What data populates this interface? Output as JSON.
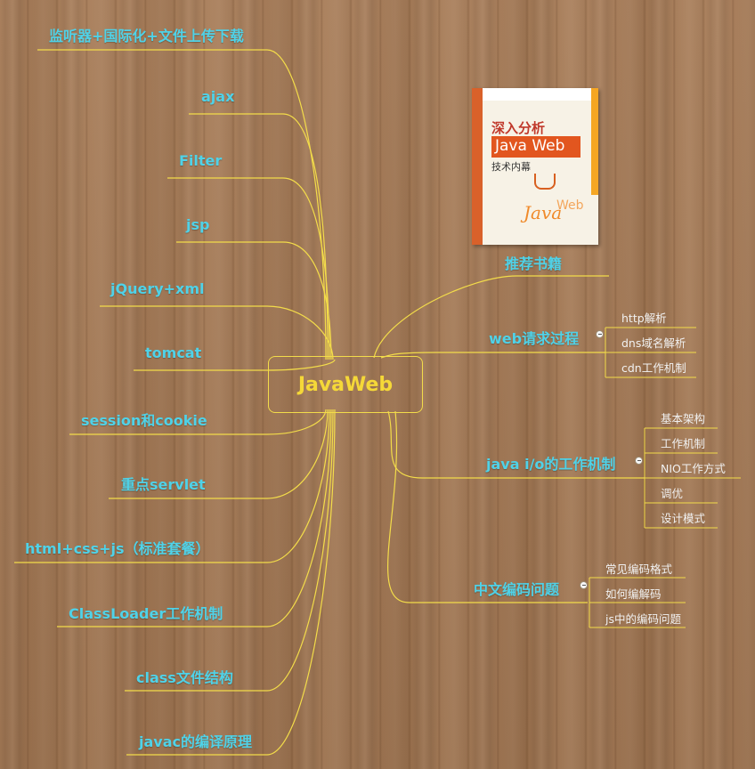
{
  "center": {
    "label": "JavaWeb"
  },
  "left_topics": [
    {
      "label": "监听器+国际化+文件上传下载"
    },
    {
      "label": "ajax"
    },
    {
      "label": "Filter"
    },
    {
      "label": "jsp"
    },
    {
      "label": "jQuery+xml"
    },
    {
      "label": "tomcat"
    },
    {
      "label": "session和cookie"
    },
    {
      "label": "重点servlet"
    },
    {
      "label": "html+css+js（标准套餐）"
    },
    {
      "label": "ClassLoader工作机制"
    },
    {
      "label": "class文件结构"
    },
    {
      "label": "javac的编译原理"
    }
  ],
  "right_topics": [
    {
      "label": "推荐书籍",
      "children": []
    },
    {
      "label": "web请求过程",
      "children": [
        "http解析",
        "dns域名解析",
        "cdn工作机制"
      ]
    },
    {
      "label": "java i/o的工作机制",
      "children": [
        "基本架构",
        "工作机制",
        "NIO工作方式",
        "调优",
        "设计模式"
      ]
    },
    {
      "label": "中文编码问题",
      "children": [
        "常见编码格式",
        "如何编解码",
        "js中的编码问题"
      ]
    }
  ],
  "book": {
    "title_line1": "深入分析",
    "title_line2": "Java Web",
    "title_line3": "技术内幕",
    "logo_text": "Java",
    "logo_web": "Web"
  },
  "colors": {
    "line": "#f3dc4a",
    "topic_text": "#4fd2e8",
    "center_text": "#f5d838",
    "sub_text": "#f1f1f1",
    "background": "#a57a56"
  }
}
